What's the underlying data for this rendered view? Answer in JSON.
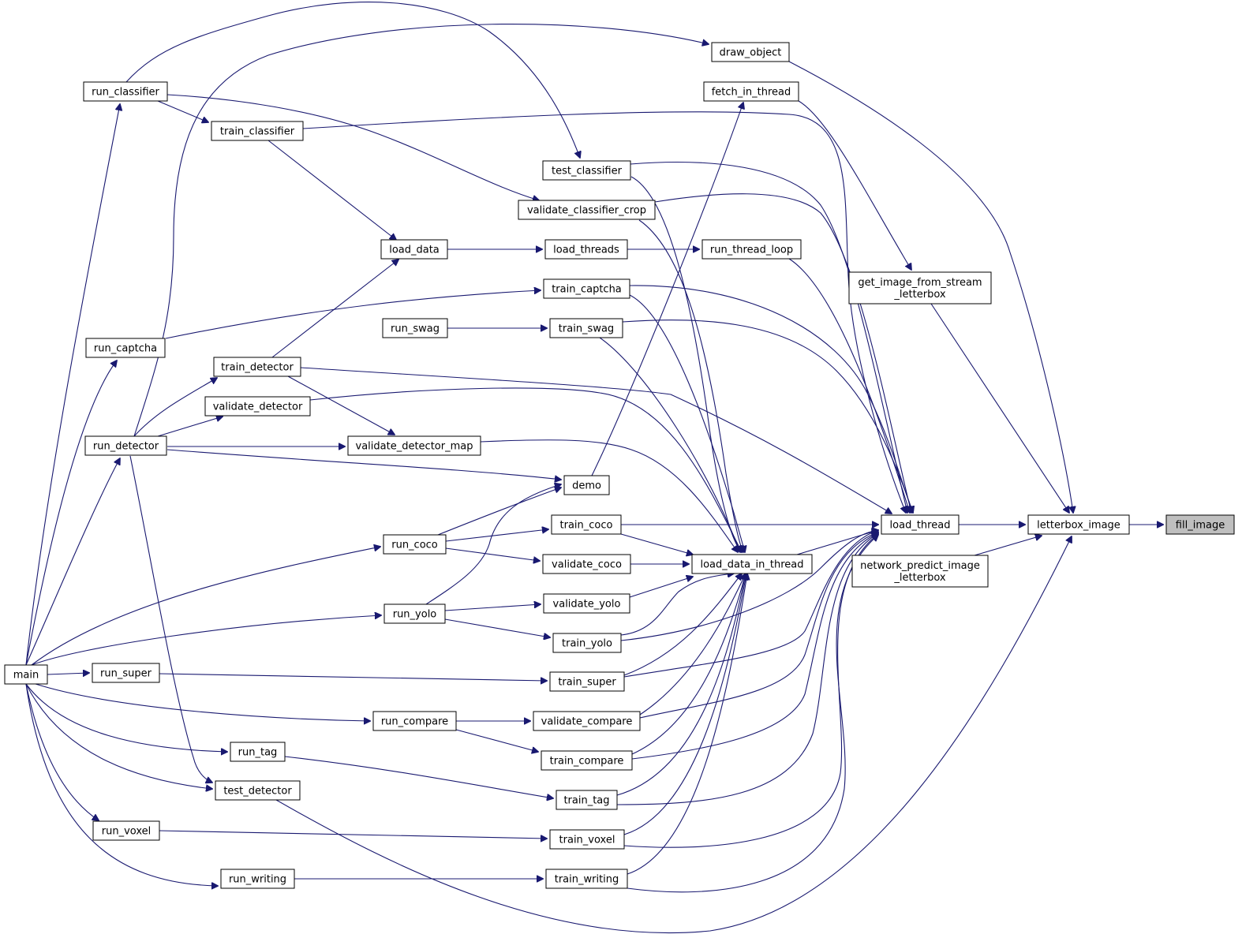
{
  "graph": {
    "nodes": [
      {
        "id": "main",
        "label": [
          "main"
        ]
      },
      {
        "id": "run_classifier",
        "label": [
          "run_classifier"
        ]
      },
      {
        "id": "run_captcha",
        "label": [
          "run_captcha"
        ]
      },
      {
        "id": "run_detector",
        "label": [
          "run_detector"
        ]
      },
      {
        "id": "run_super",
        "label": [
          "run_super"
        ]
      },
      {
        "id": "run_voxel",
        "label": [
          "run_voxel"
        ]
      },
      {
        "id": "train_classifier",
        "label": [
          "train_classifier"
        ]
      },
      {
        "id": "train_detector",
        "label": [
          "train_detector"
        ]
      },
      {
        "id": "validate_detector",
        "label": [
          "validate_detector"
        ]
      },
      {
        "id": "run_tag",
        "label": [
          "run_tag"
        ]
      },
      {
        "id": "test_detector",
        "label": [
          "test_detector"
        ]
      },
      {
        "id": "run_writing",
        "label": [
          "run_writing"
        ]
      },
      {
        "id": "load_data",
        "label": [
          "load_data"
        ]
      },
      {
        "id": "run_swag",
        "label": [
          "run_swag"
        ]
      },
      {
        "id": "validate_detector_map",
        "label": [
          "validate_detector_map"
        ]
      },
      {
        "id": "run_coco",
        "label": [
          "run_coco"
        ]
      },
      {
        "id": "run_yolo",
        "label": [
          "run_yolo"
        ]
      },
      {
        "id": "run_compare",
        "label": [
          "run_compare"
        ]
      },
      {
        "id": "test_classifier",
        "label": [
          "test_classifier"
        ]
      },
      {
        "id": "validate_classifier_crop",
        "label": [
          "validate_classifier_crop"
        ]
      },
      {
        "id": "load_threads",
        "label": [
          "load_threads"
        ]
      },
      {
        "id": "train_captcha",
        "label": [
          "train_captcha"
        ]
      },
      {
        "id": "train_swag",
        "label": [
          "train_swag"
        ]
      },
      {
        "id": "demo",
        "label": [
          "demo"
        ]
      },
      {
        "id": "train_coco",
        "label": [
          "train_coco"
        ]
      },
      {
        "id": "validate_coco",
        "label": [
          "validate_coco"
        ]
      },
      {
        "id": "validate_yolo",
        "label": [
          "validate_yolo"
        ]
      },
      {
        "id": "train_yolo",
        "label": [
          "train_yolo"
        ]
      },
      {
        "id": "train_super",
        "label": [
          "train_super"
        ]
      },
      {
        "id": "validate_compare",
        "label": [
          "validate_compare"
        ]
      },
      {
        "id": "train_compare",
        "label": [
          "train_compare"
        ]
      },
      {
        "id": "train_tag",
        "label": [
          "train_tag"
        ]
      },
      {
        "id": "train_voxel",
        "label": [
          "train_voxel"
        ]
      },
      {
        "id": "train_writing",
        "label": [
          "train_writing"
        ]
      },
      {
        "id": "draw_object",
        "label": [
          "draw_object"
        ]
      },
      {
        "id": "fetch_in_thread",
        "label": [
          "fetch_in_thread"
        ]
      },
      {
        "id": "run_thread_loop",
        "label": [
          "run_thread_loop"
        ]
      },
      {
        "id": "load_data_in_thread",
        "label": [
          "load_data_in_thread"
        ]
      },
      {
        "id": "get_image_from_stream_letterbox",
        "label": [
          "get_image_from_stream",
          "_letterbox"
        ]
      },
      {
        "id": "network_predict_image_letterbox",
        "label": [
          "network_predict_image",
          "_letterbox"
        ]
      },
      {
        "id": "load_thread",
        "label": [
          "load_thread"
        ]
      },
      {
        "id": "letterbox_image",
        "label": [
          "letterbox_image"
        ]
      },
      {
        "id": "fill_image",
        "label": [
          "fill_image"
        ],
        "highlight": true
      }
    ],
    "colors": {
      "edge": "#191970",
      "node_border": "#000000",
      "node_fill": "#ffffff",
      "highlight_fill": "#bfbfbf"
    }
  }
}
